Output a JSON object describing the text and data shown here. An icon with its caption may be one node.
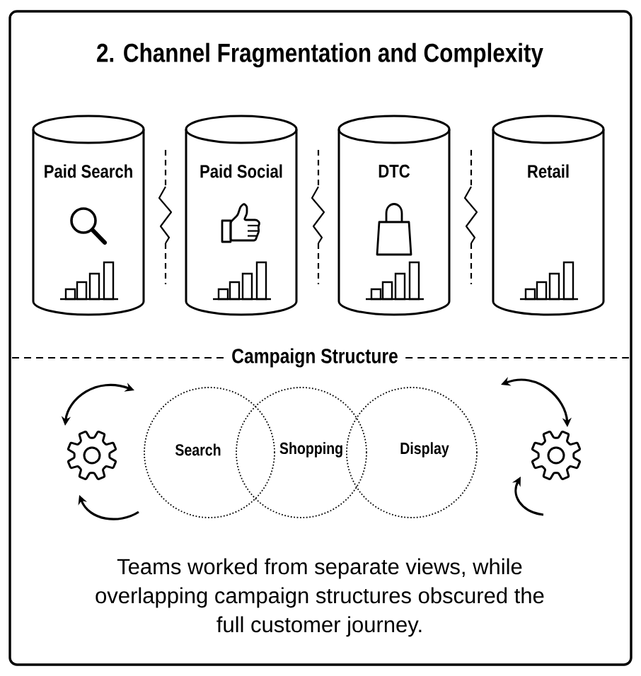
{
  "diagram": {
    "title": "2. Channel Fragmentation and Complexity",
    "nodes": [
      {
        "text": [
          "Paid Search"
        ]
      },
      {
        "text": [
          "Paid Social"
        ]
      },
      {
        "text": [
          "DTC"
        ]
      },
      {
        "text": [
          "Retail"
        ]
      },
      {
        "text": [
          "Search"
        ]
      },
      {
        "text": [
          "Shopping"
        ]
      },
      {
        "text": [
          "Display"
        ]
      }
    ],
    "labels": [
      "Campaign Structure"
    ],
    "caption": "Teams worked from separate views, while overlapping campaign structures obscured the full customer journey."
  }
}
